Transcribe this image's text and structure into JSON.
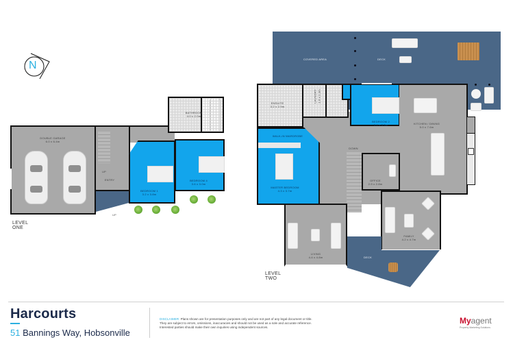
{
  "compass": {
    "label": "N"
  },
  "levels": {
    "level_one": {
      "title": "LEVEL ONE",
      "rooms": [
        {
          "name": "DOUBLE GARAGE",
          "dims": "6.0 x 6.4m"
        },
        {
          "name": "BATHROOM",
          "dims": "4.0 x 2.0m"
        },
        {
          "name": "ENTRY",
          "dims": ""
        },
        {
          "name": "BEDROOM 1",
          "dims": "3.2 x 3.8m"
        },
        {
          "name": "BEDROOM 4",
          "dims": "3.6 x 3.0m"
        }
      ],
      "markers": {
        "stairs_up": "UP",
        "ramp_up": "UP"
      }
    },
    "level_two": {
      "title": "LEVEL TWO",
      "rooms": [
        {
          "name": "COVERED AREA",
          "dims": ""
        },
        {
          "name": "DECK",
          "dims": ""
        },
        {
          "name": "ENSUITE",
          "dims": "3.2 x 2.9m"
        },
        {
          "name": "LAUNDRY",
          "dims": "1.6 x 2.3m"
        },
        {
          "name": "BEDROOM 2",
          "dims": "3.4 x 3.3m"
        },
        {
          "name": "KITCHEN / DINING",
          "dims": "5.0 x 7.6m"
        },
        {
          "name": "WALK-IN WARDROBE",
          "dims": ""
        },
        {
          "name": "MASTER BEDROOM",
          "dims": "4.3 x 3.7m"
        },
        {
          "name": "OFFICE",
          "dims": "2.9 x 2.8m"
        },
        {
          "name": "FAMILY",
          "dims": "4.2 x 4.7m"
        },
        {
          "name": "LIVING",
          "dims": "4.4 x 4.8m"
        },
        {
          "name": "DECK",
          "dims": ""
        }
      ],
      "markers": {
        "stairs_down": "DOWN"
      }
    }
  },
  "footer": {
    "brand": "Harcourts",
    "address_number": "51",
    "address_rest": "Bannings Way, Hobsonville",
    "disclaimer_label": "DISCLAIMER:",
    "disclaimer_line1": "Plans shown are for presentation purposes only and are not part of any legal document or title.",
    "disclaimer_line2": "They are subject to errors, omissions, inaccuracies and should not be used as a sole and accurate reference.",
    "disclaimer_line3": "Interested parties should make their own inquiries using independent sources.",
    "agent_logo_my": "My",
    "agent_logo_agent": "agent",
    "agent_tagline": "Property Marketing Solutions"
  },
  "colors": {
    "room_blue": "#12a5ec",
    "deck_blue": "#4a6787",
    "floor_grey": "#a9a9a9",
    "brand_navy": "#1b2a4a",
    "accent_cyan": "#2bb0e0",
    "agent_red": "#c8102e"
  }
}
